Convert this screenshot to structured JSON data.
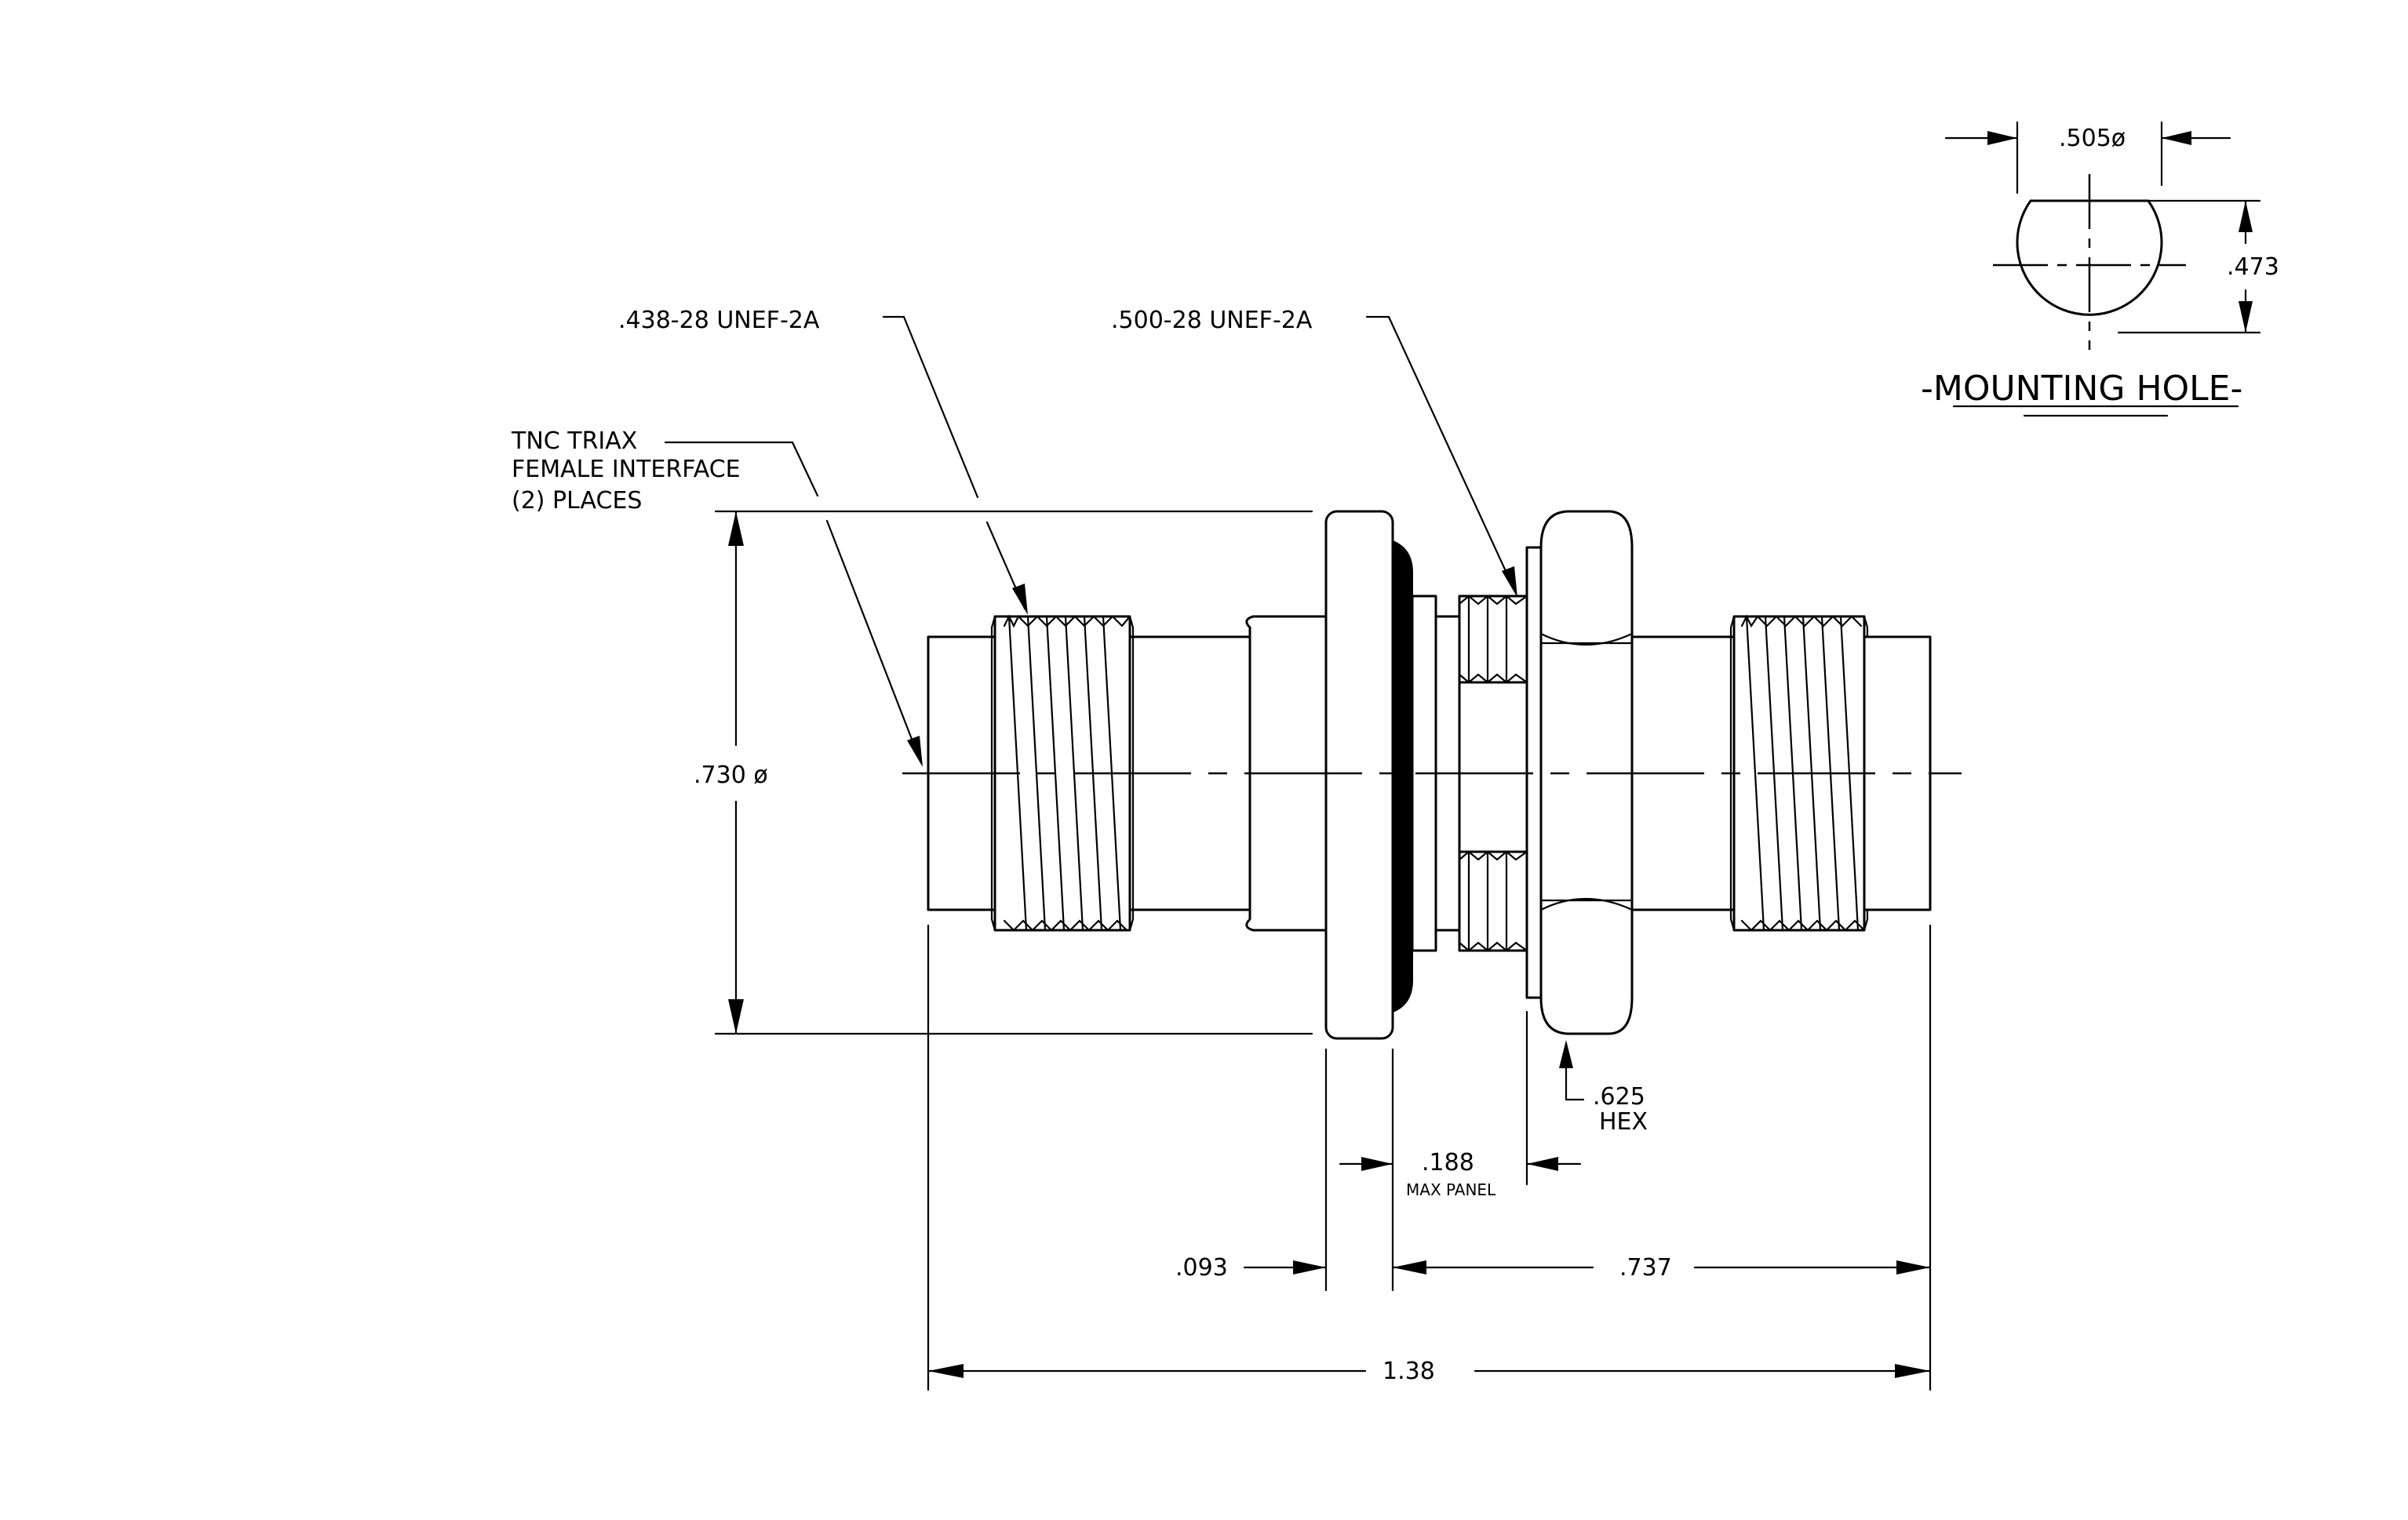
{
  "labels": {
    "thread_left": ".438-28 UNEF-2A",
    "thread_right": ".500-28 UNEF-2A",
    "interface_line1": "TNC TRIAX",
    "interface_line2": "FEMALE INTERFACE",
    "interface_line3": "(2)  PLACES",
    "dia_overall": ".730 ø",
    "hex_size": ".625",
    "hex_word": "HEX",
    "panel_dim": ".188",
    "panel_note": "MAX PANEL",
    "flange_dim": ".093",
    "rear_len": ".737",
    "total_len": "1.38",
    "hole_dia": ".505ø",
    "hole_flat": ".473",
    "hole_title": "-MOUNTING HOLE-"
  }
}
